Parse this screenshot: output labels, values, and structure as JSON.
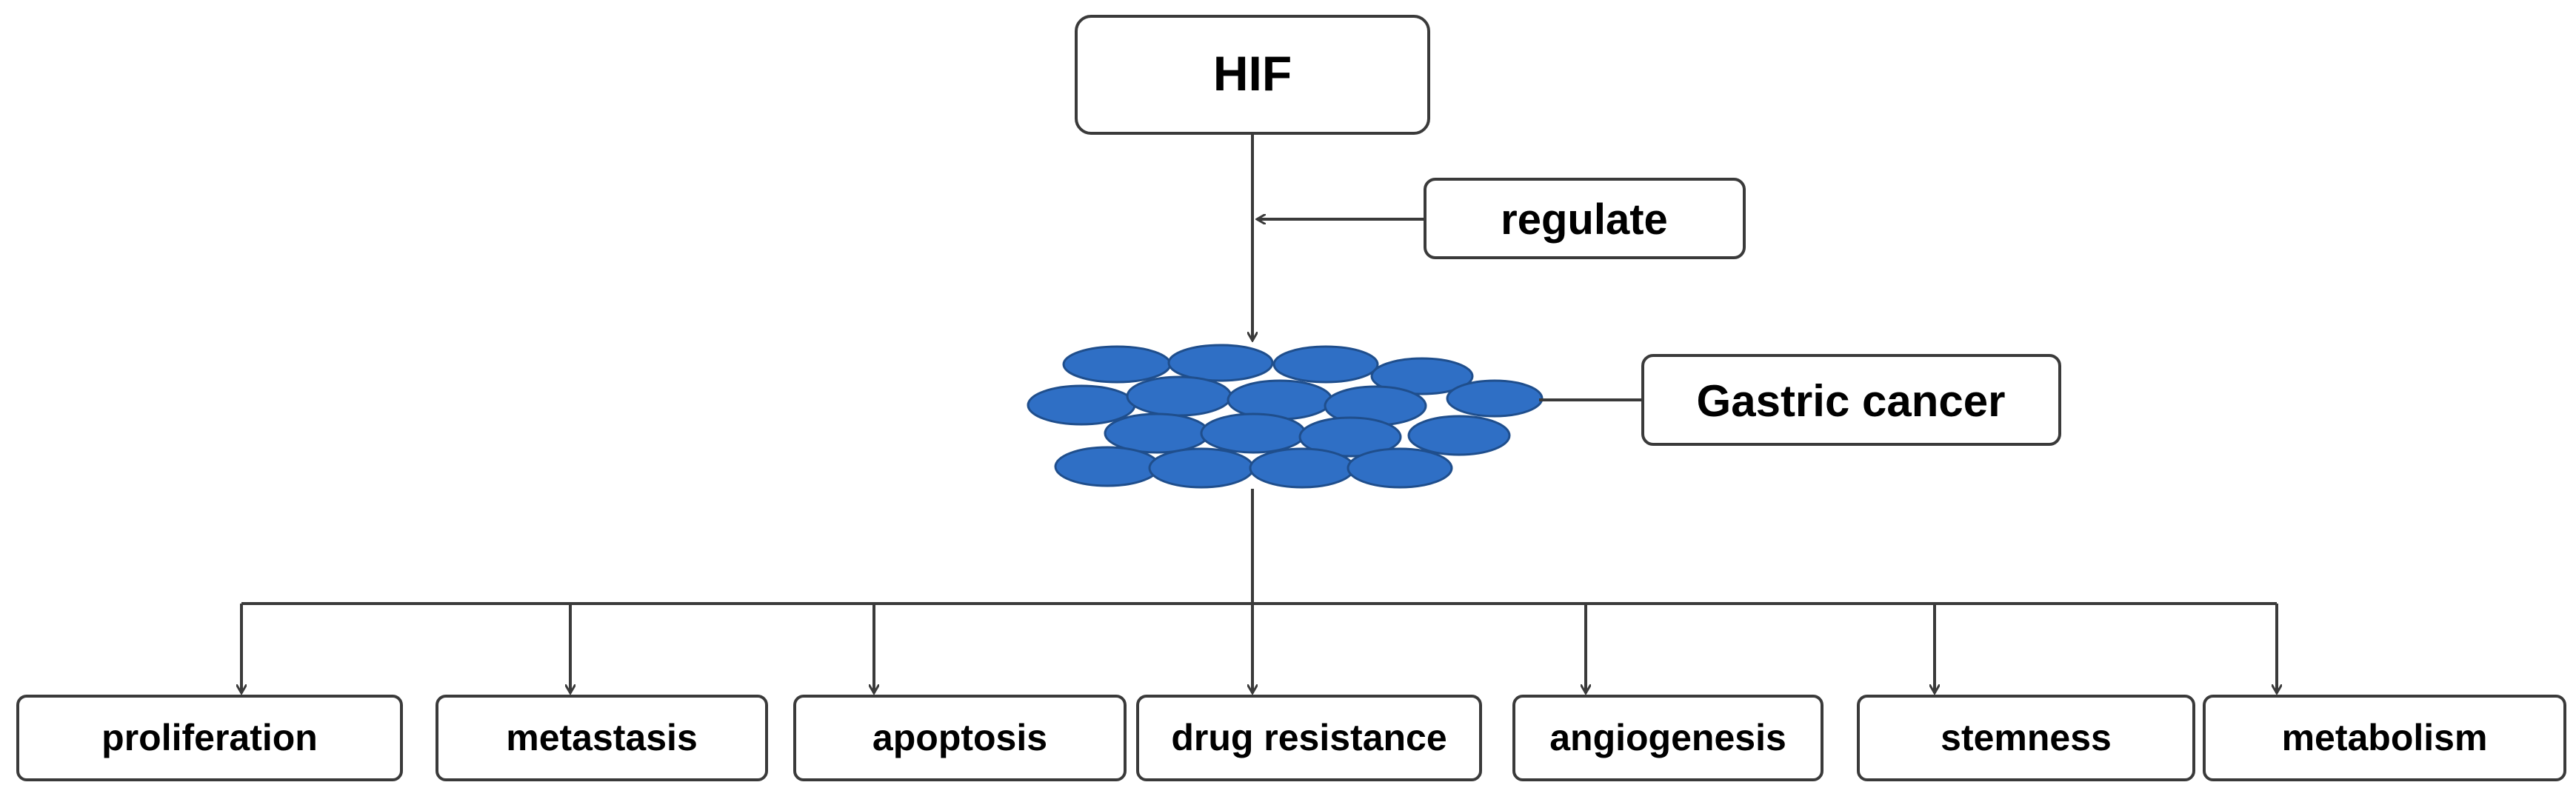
{
  "diagram": {
    "top_node": "HIF",
    "regulator_label": "regulate",
    "target_label": "Gastric cancer",
    "outcomes": [
      "proliferation",
      "metastasis",
      "apoptosis",
      "drug resistance",
      "angiogenesis",
      "stemness",
      "metabolism"
    ],
    "colors": {
      "cell_fill": "#2f6fc5",
      "cell_stroke": "#1f4e8c",
      "line": "#3a3a3a",
      "box_border": "#3a3a3a"
    },
    "cell_icon": "cancer-cell-cluster-icon"
  }
}
